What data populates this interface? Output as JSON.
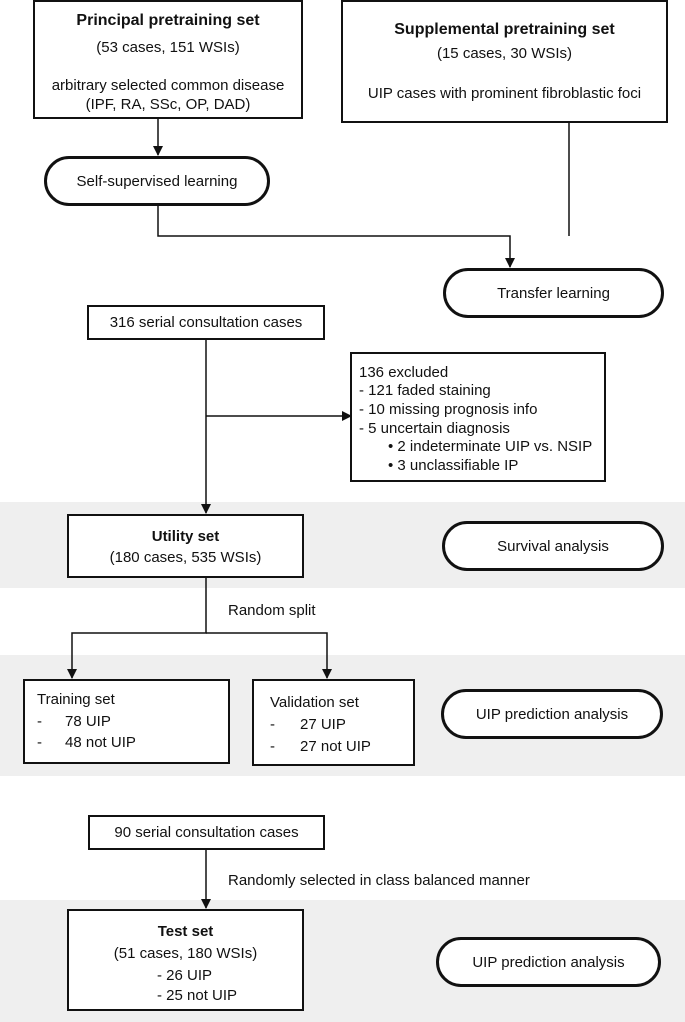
{
  "principal": {
    "title": "Principal pretraining set",
    "counts": "(53 cases, 151 WSIs)",
    "desc1": "arbitrary selected common disease",
    "desc2": "(IPF, RA, SSc, OP, DAD)"
  },
  "supplemental": {
    "title": "Supplemental pretraining set",
    "counts": "(15 cases, 30 WSIs)",
    "desc": "UIP cases with prominent fibroblastic foci"
  },
  "self_supervised": "Self-supervised learning",
  "transfer": "Transfer learning",
  "consult316": "316 serial consultation cases",
  "excluded": {
    "title": "136 excluded",
    "l1": "- 121 faded staining",
    "l2": "- 10 missing prognosis info",
    "l3": "- 5 uncertain diagnosis",
    "l4": "• 2 indeterminate UIP vs. NSIP",
    "l5": "• 3 unclassifiable IP"
  },
  "utility": {
    "title": "Utility set",
    "counts": "(180 cases, 535 WSIs)"
  },
  "survival": "Survival analysis",
  "random_split": "Random split",
  "training": {
    "title": "Training set",
    "d1": "-",
    "v1": "78 UIP",
    "d2": "-",
    "v2": "48 not UIP"
  },
  "validation": {
    "title": "Validation set",
    "d1": "-",
    "v1": "27 UIP",
    "d2": "-",
    "v2": "27 not UIP"
  },
  "uip_pred_1": "UIP prediction analysis",
  "consult90": "90 serial consultation cases",
  "random_selected": "Randomly selected in class balanced manner",
  "test": {
    "title": "Test set",
    "counts": "(51 cases, 180 WSIs)",
    "v1": "- 26 UIP",
    "v2": "- 25 not UIP"
  },
  "uip_pred_2": "UIP prediction analysis"
}
